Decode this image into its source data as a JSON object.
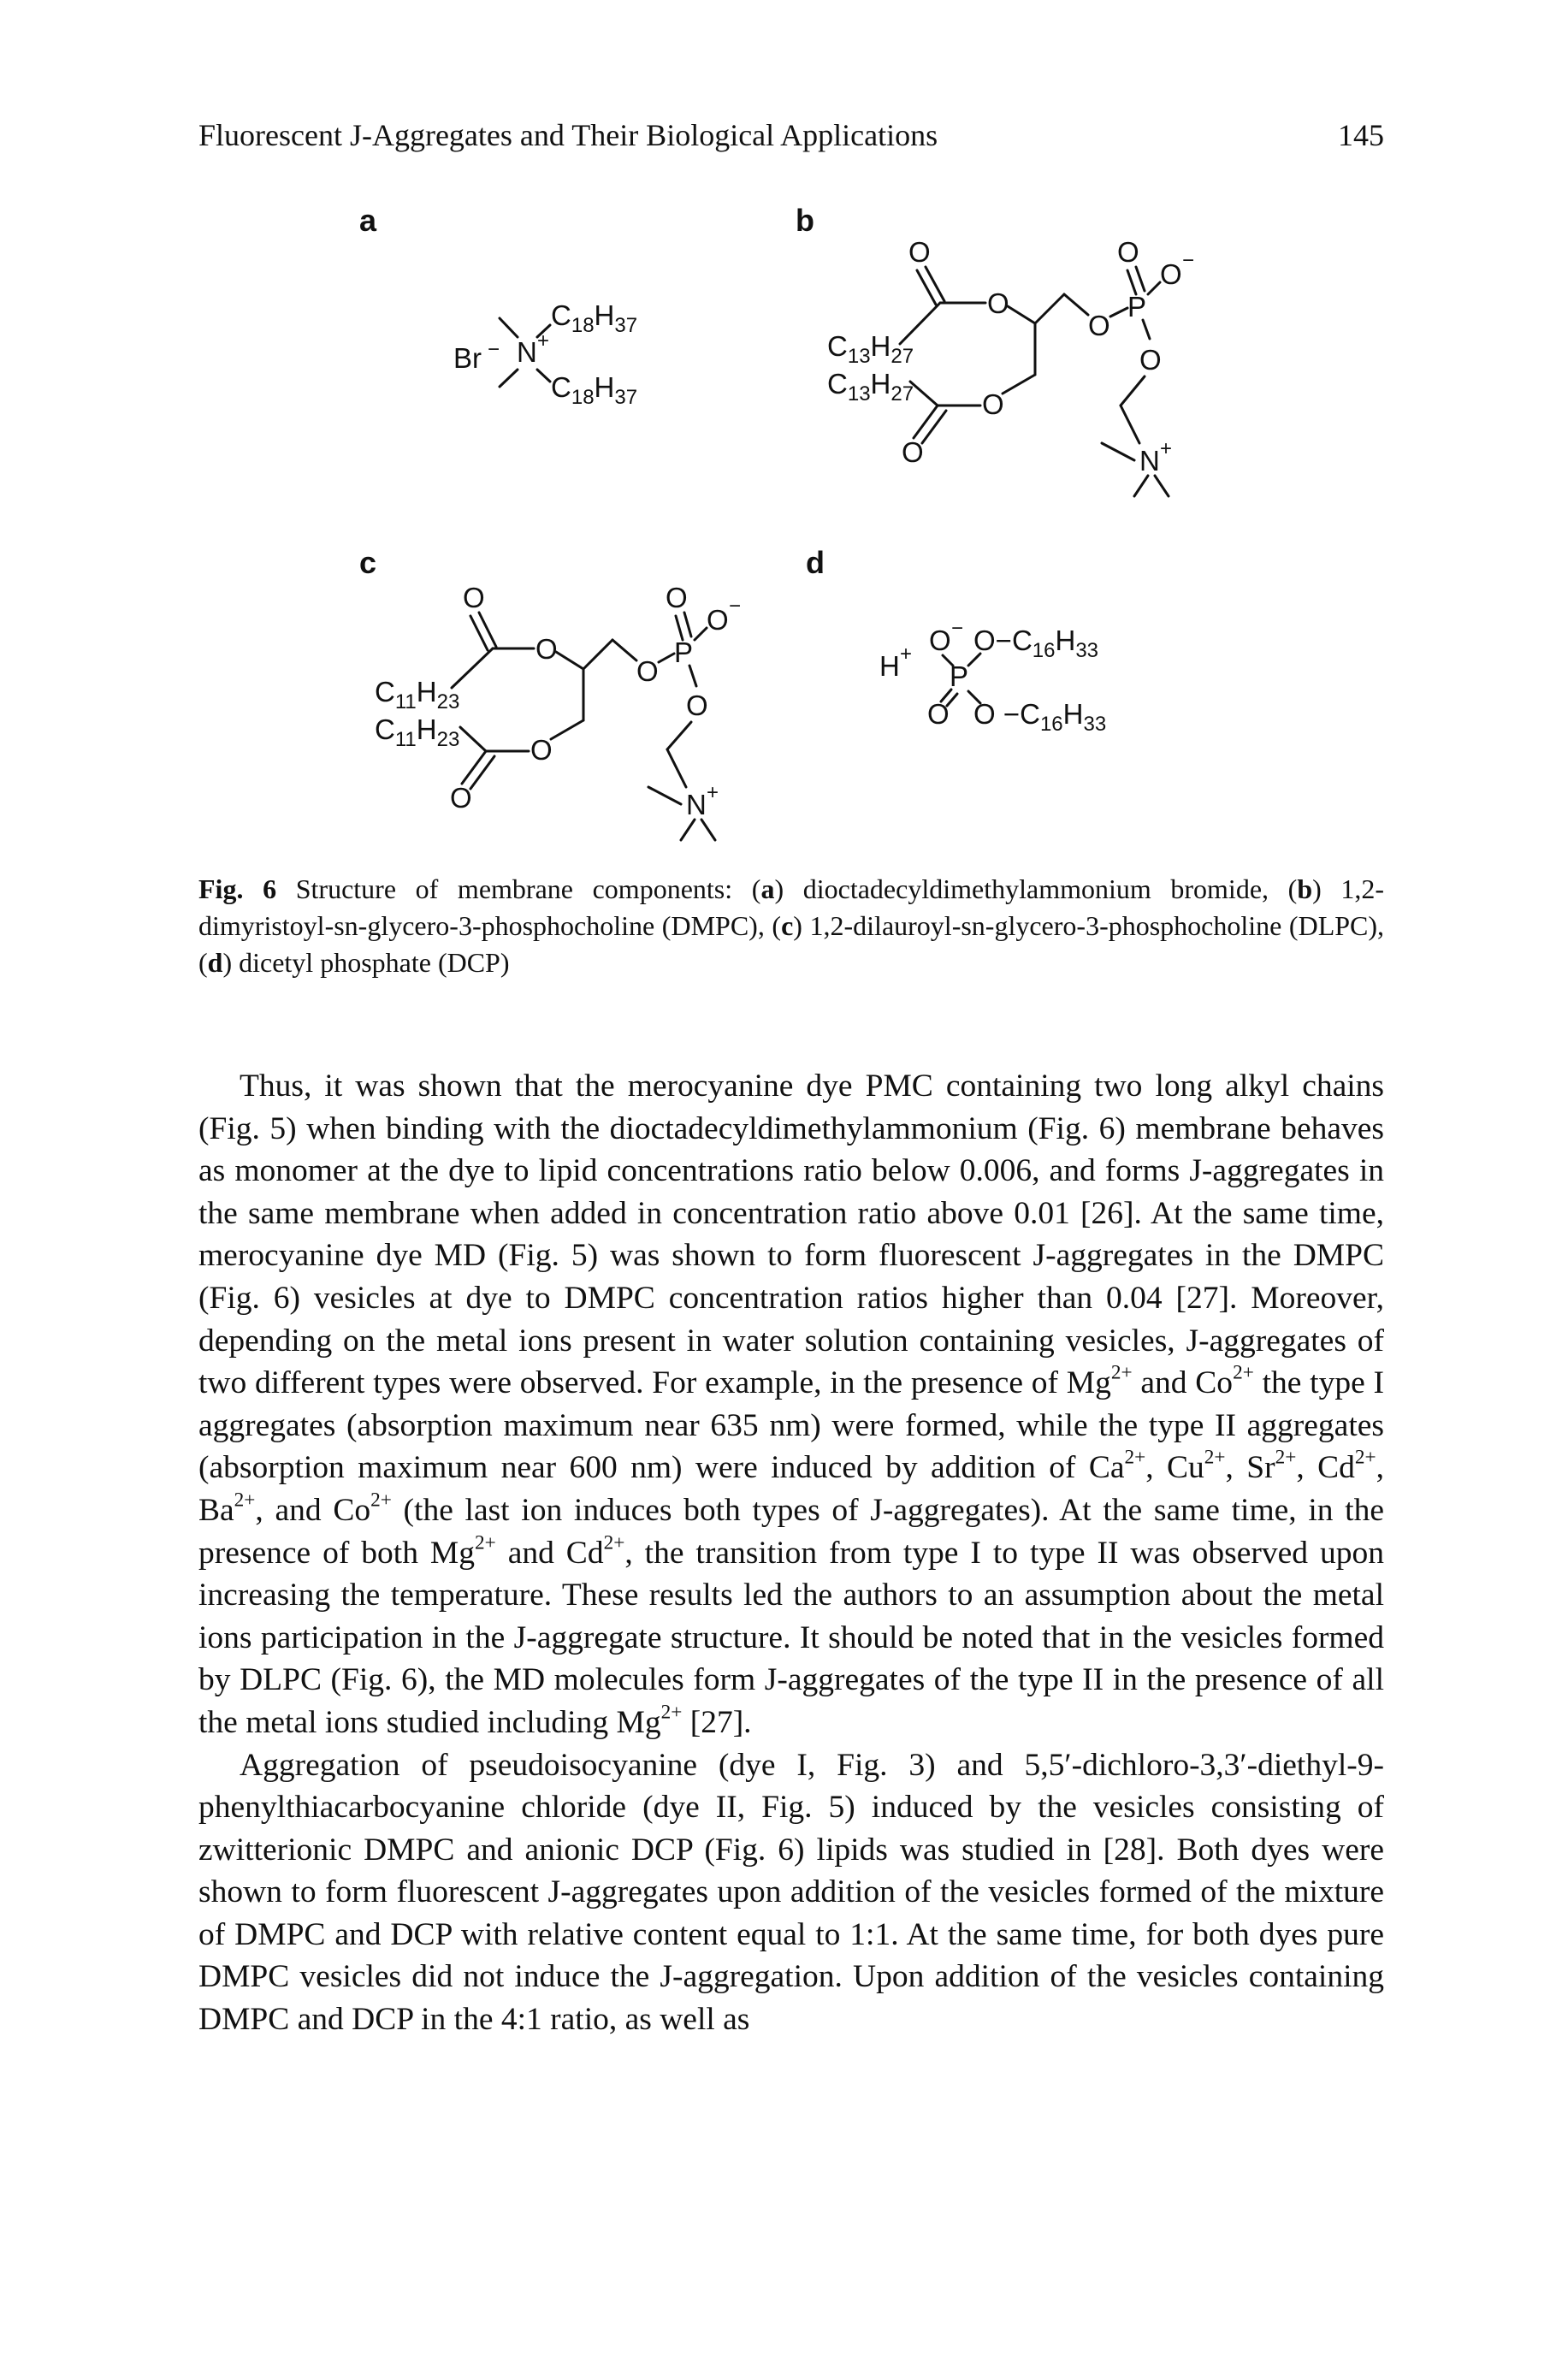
{
  "header": {
    "running_title": "Fluorescent J-Aggregates and Their Biological Applications",
    "page_number": "145"
  },
  "figure": {
    "panels": {
      "a": {
        "label": "a",
        "counter_ion": "Br",
        "counter_charge": "−",
        "nitrogen": "N",
        "nitrogen_charge": "+",
        "chain_top": "C18H37",
        "chain_bottom": "C18H37"
      },
      "b": {
        "label": "b",
        "chain_top": "C13H27",
        "chain_bottom": "C13H27",
        "atom_O": "O",
        "atom_P": "P",
        "atom_N": "N",
        "plus": "+",
        "minus": "−"
      },
      "c": {
        "label": "c",
        "chain_top": "C11H23",
        "chain_bottom": "C11H23",
        "atom_O": "O",
        "atom_P": "P",
        "atom_N": "N",
        "plus": "+",
        "minus": "−"
      },
      "d": {
        "label": "d",
        "cation": "H",
        "cation_charge": "+",
        "atom_O": "O",
        "atom_P": "P",
        "minus": "−",
        "chain_top": "O−C16H33",
        "chain_bottom": "O −C16H33"
      }
    },
    "caption": {
      "label": "Fig. 6",
      "lead": "Structure of membrane components:",
      "items": [
        {
          "key": "a",
          "text": "dioctadecyldimethylammonium bromide,"
        },
        {
          "key": "b",
          "text": "1,2-dimyristoyl-sn-glycero-3-phosphocholine (DMPC),"
        },
        {
          "key": "c",
          "text": "1,2-dilauroyl-sn-glycero-3-phosphocholine (DLPC),"
        },
        {
          "key": "d",
          "text": "dicetyl phosphate (DCP)"
        }
      ]
    }
  },
  "body": {
    "paragraph_1": "Thus, it was shown that the merocyanine dye PMC containing two long alkyl chains (Fig. 5) when binding with the dioctadecyldimethylammonium (Fig. 6) membrane behaves as monomer at the dye to lipid concentrations ratio below 0.006, and forms J-aggregates in the same membrane when added in concentration ratio above 0.01 [26]. At the same time, merocyanine dye MD (Fig. 5) was shown to form fluorescent J-aggregates in the DMPC (Fig. 6) vesicles at dye to DMPC concentration ratios higher than 0.04 [27]. Moreover, depending on the metal ions present in water solution containing vesicles, J-aggregates of two different types were observed. For example, in the presence of Mg2+ and Co2+ the type I aggregates (absorption maximum near 635 nm) were formed, while the type II aggregates (absorption maximum near 600 nm) were induced by addition of Ca2+, Cu2+, Sr2+, Cd2+, Ba2+, and Co2+ (the last ion induces both types of J-aggregates). At the same time, in the presence of both Mg2+ and Cd2+, the transition from type I to type II was observed upon increasing the temperature. These results led the authors to an assumption about the metal ions participation in the J-aggregate structure. It should be noted that in the vesicles formed by DLPC (Fig. 6), the MD molecules form J-aggregates of the type II in the presence of all the metal ions studied including Mg2+ [27].",
    "paragraph_2": "Aggregation of pseudoisocyanine (dye I, Fig. 3) and 5,5′-dichloro-3,3′-diethyl-9-phenylthiacarbocyanine chloride (dye II, Fig. 5) induced by the vesicles consisting of zwitterionic DMPC and anionic DCP (Fig. 6) lipids was studied in [28]. Both dyes were shown to form fluorescent J-aggregates upon addition of the vesicles formed of the mixture of DMPC and DCP with relative content equal to 1:1. At the same time, for both dyes pure DMPC vesicles did not induce the J-aggregation. Upon addition of the vesicles containing DMPC and DCP in the 4:1 ratio, as well as"
  }
}
